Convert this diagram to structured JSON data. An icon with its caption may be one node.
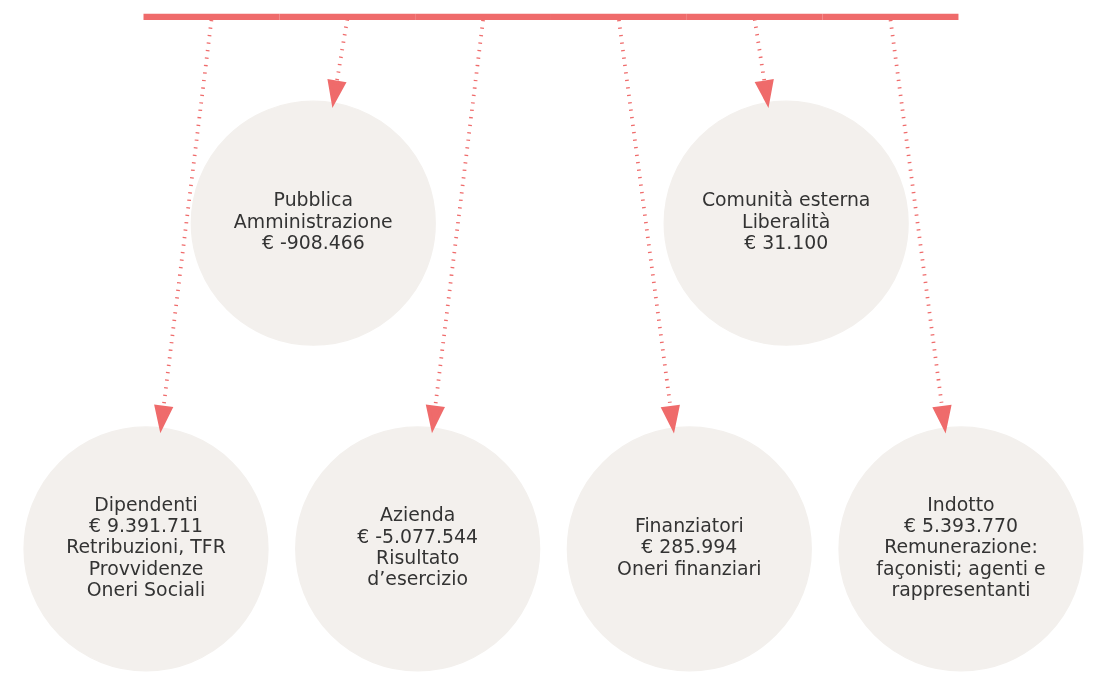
{
  "diagram": {
    "nodes": [
      {
        "text": [],
        "shape": "bar"
      },
      {
        "text": [
          "Dipendenti",
          "€ 9.391.711",
          "Retribuzioni, TFR",
          "Provvidenze",
          "Oneri Sociali"
        ]
      },
      {
        "text": [
          "Pubblica Amministrazione",
          "€ -908.466"
        ]
      },
      {
        "text": [
          "Azienda",
          "€ -5.077.544",
          "Risultato d’esercizio"
        ]
      },
      {
        "text": [
          "Finanziatori",
          "€ 285.994",
          "Oneri finanziari"
        ]
      },
      {
        "text": [
          "Comunità esterna",
          "Liberalità",
          "€ 31.100"
        ]
      },
      {
        "text": [
          "Indotto",
          "€ 5.393.770",
          "Remunerazione: façonisti; agenti e rappresentanti"
        ]
      }
    ],
    "edges": [
      {
        "from": 0,
        "to": 1,
        "arrow": "to",
        "style": "dashed"
      },
      {
        "from": 0,
        "to": 2,
        "arrow": "to",
        "style": "dashed"
      },
      {
        "from": 0,
        "to": 3,
        "arrow": "to",
        "style": "dashed"
      },
      {
        "from": 0,
        "to": 4,
        "arrow": "to",
        "style": "dashed"
      },
      {
        "from": 0,
        "to": 5,
        "arrow": "to",
        "style": "dashed"
      },
      {
        "from": 0,
        "to": 6,
        "arrow": "to",
        "style": "dashed"
      }
    ]
  }
}
